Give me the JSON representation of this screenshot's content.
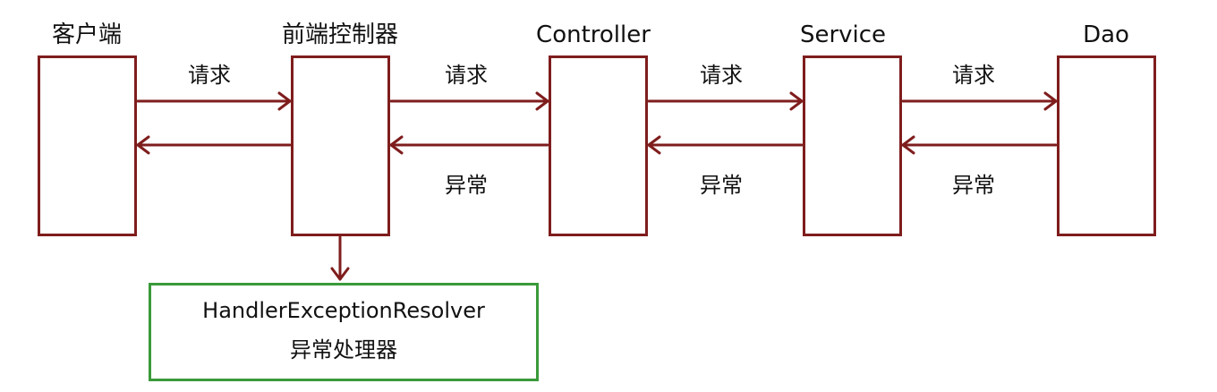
{
  "nodes": {
    "client": "客户端",
    "front_controller": "前端控制器",
    "controller": "Controller",
    "service": "Service",
    "dao": "Dao"
  },
  "edges": {
    "request_label": "请求",
    "exception_label": "异常"
  },
  "handler": {
    "class_name": "HandlerExceptionResolver",
    "description": "异常处理器"
  },
  "colors": {
    "node_border": "#7f1d1d",
    "arrow": "#7f1d1d",
    "handler_border": "#3a9a3a"
  }
}
